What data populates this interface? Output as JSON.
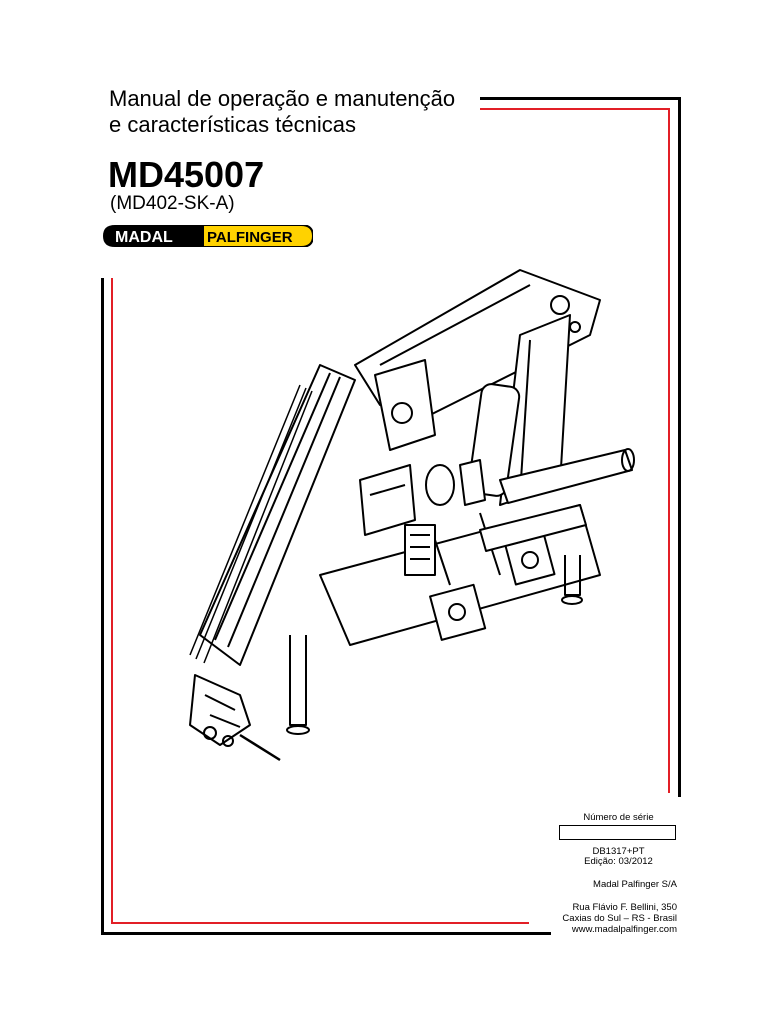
{
  "header": {
    "title_line1": "Manual de operação e manutenção",
    "title_line2": "e características técnicas",
    "model": "MD45007",
    "variant": "(MD402-SK-A)"
  },
  "logo": {
    "brand_left": "MADAL",
    "brand_right": "PALFINGER",
    "colors": {
      "black": "#000000",
      "yellow": "#ffd200"
    }
  },
  "colors": {
    "frame_red": "#e21f26",
    "frame_black": "#000000"
  },
  "info": {
    "serial_label": "Número de série",
    "doc_code": "DB1317+PT",
    "edition": "Edição: 03/2012",
    "company": "Madal Palfinger S/A",
    "address_line1": "Rua Flávio F. Bellini, 350",
    "address_line2": "Caxias do Sul – RS - Brasil",
    "website": "www.madalpalfinger.com"
  },
  "illustration": {
    "icon": "crane-drawing-icon"
  }
}
